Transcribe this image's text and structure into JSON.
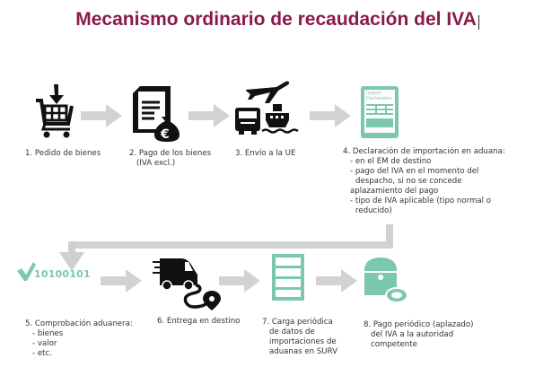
{
  "title": "Mecanismo ordinario de recaudación del IVA",
  "colors": {
    "title": "#8a1a4a",
    "teal": "#7cc8ae",
    "arrow": "#d2d2d2",
    "icon": "#111111"
  },
  "steps": [
    {
      "label": "1. Pedido de bienes",
      "icon": "cart-download-icon"
    },
    {
      "label": "2. Pago de los bienes",
      "sub": "(IVA excl.)",
      "icon": "invoice-euro-icon"
    },
    {
      "label": "3. Envío a la UE",
      "icon": "plane-truck-ship-icon"
    },
    {
      "label": "4. Declaración de importación en aduana:",
      "bullets": [
        "- en el EM de destino",
        "- pago del IVA en el momento del",
        "despacho, si no se concede",
        "aplazamiento del pago",
        "- tipo de IVA aplicable (tipo normal o",
        "reducido)"
      ],
      "icon": "import-declaration-icon",
      "doc_title": [
        "Import",
        "Declaration"
      ]
    },
    {
      "label": "5. Comprobación aduanera:",
      "bullets": [
        "- bienes",
        "- valor",
        "- etc."
      ],
      "icon": "check-binary-icon",
      "binary": "10100101"
    },
    {
      "label": "6. Entrega en destino",
      "icon": "delivery-truck-route-icon"
    },
    {
      "label": "7. Carga periódica",
      "lines": [
        "de datos de",
        "importaciones de",
        "aduanas en SURV"
      ],
      "icon": "server-icon"
    },
    {
      "label": "8. Pago periódico (aplazado)",
      "lines": [
        "del IVA a la autoridad",
        "competente"
      ],
      "icon": "treasure-chest-coin-icon"
    }
  ]
}
